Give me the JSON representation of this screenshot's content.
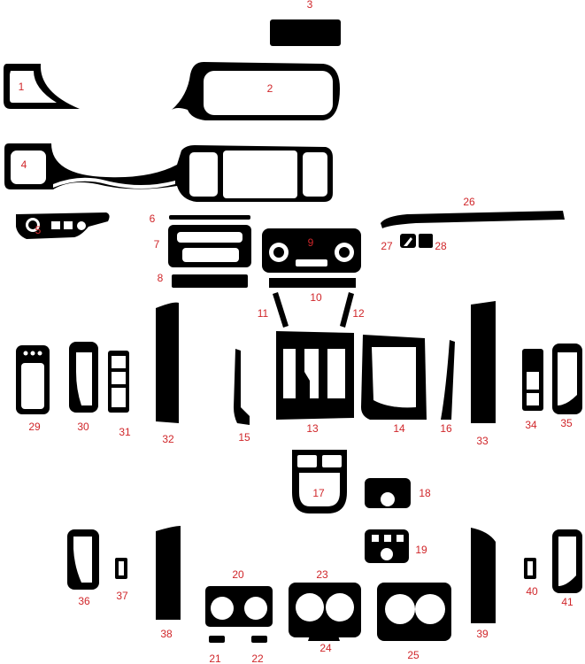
{
  "label_color": "#d0262a",
  "part_color": "#000000",
  "parts": {
    "p1": "1",
    "p2": "2",
    "p3": "3",
    "p4": "4",
    "p5": "5",
    "p6": "6",
    "p7": "7",
    "p8": "8",
    "p9": "9",
    "p10": "10",
    "p11": "11",
    "p12": "12",
    "p13": "13",
    "p14": "14",
    "p15": "15",
    "p16": "16",
    "p17": "17",
    "p18": "18",
    "p19": "19",
    "p20": "20",
    "p21": "21",
    "p22": "22",
    "p23": "23",
    "p24": "24",
    "p25": "25",
    "p26": "26",
    "p27": "27",
    "p28": "28",
    "p29": "29",
    "p30": "30",
    "p31": "31",
    "p32": "32",
    "p33": "33",
    "p34": "34",
    "p35": "35",
    "p36": "36",
    "p37": "37",
    "p38": "38",
    "p39": "39",
    "p40": "40",
    "p41": "41"
  }
}
